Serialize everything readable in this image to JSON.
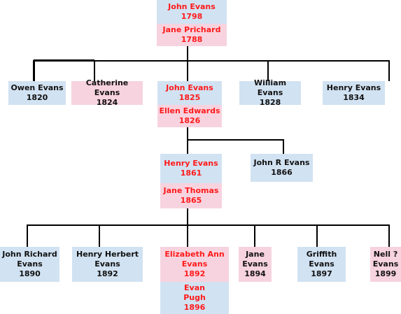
{
  "colors": {
    "male_box": "#d1e2f2",
    "female_box": "#f7d3df",
    "direct_line_text": "#ff1a1a",
    "text": "#111111",
    "line": "#000000"
  },
  "people": {
    "john_evans_1798": {
      "name": "John Evans",
      "year": "1798"
    },
    "jane_prichard": {
      "name": "Jane Prichard",
      "year": "1788"
    },
    "owen_evans": {
      "name": "Owen Evans",
      "year": "1820"
    },
    "catherine_evans": {
      "name": "Catherine Evans",
      "year": "1824"
    },
    "john_evans_1825": {
      "name": "John Evans",
      "year": "1825"
    },
    "ellen_edwards": {
      "name": "Ellen Edwards",
      "year": "1826"
    },
    "william_evans": {
      "name": "William Evans",
      "year": "1828"
    },
    "henry_evans_1834": {
      "name": "Henry Evans",
      "year": "1834"
    },
    "henry_evans_1861": {
      "name": "Henry Evans",
      "year": "1861"
    },
    "jane_thomas": {
      "name": "Jane Thomas",
      "year": "1865"
    },
    "john_r_evans": {
      "name": "John R Evans",
      "year": "1866"
    },
    "john_richard_evans": {
      "name_line1": "John Richard",
      "name_line2": "Evans",
      "year": "1890"
    },
    "henry_herbert_evans": {
      "name_line1": "Henry Herbert",
      "name_line2": "Evans",
      "year": "1892"
    },
    "elizabeth_ann_evans": {
      "name_line1": "Elizabeth Ann",
      "name_line2": "Evans",
      "year": "1892"
    },
    "evan_pugh": {
      "name_line1": "Evan",
      "name_line2": "Pugh",
      "year": "1896"
    },
    "jane_evans": {
      "name_line1": "Jane",
      "name_line2": "Evans",
      "year": "1894"
    },
    "griffith_evans": {
      "name_line1": "Griffith",
      "name_line2": "Evans",
      "year": "1897"
    },
    "nell_evans": {
      "name_line1": "Nell ?",
      "name_line2": "Evans",
      "year": "1899"
    }
  }
}
